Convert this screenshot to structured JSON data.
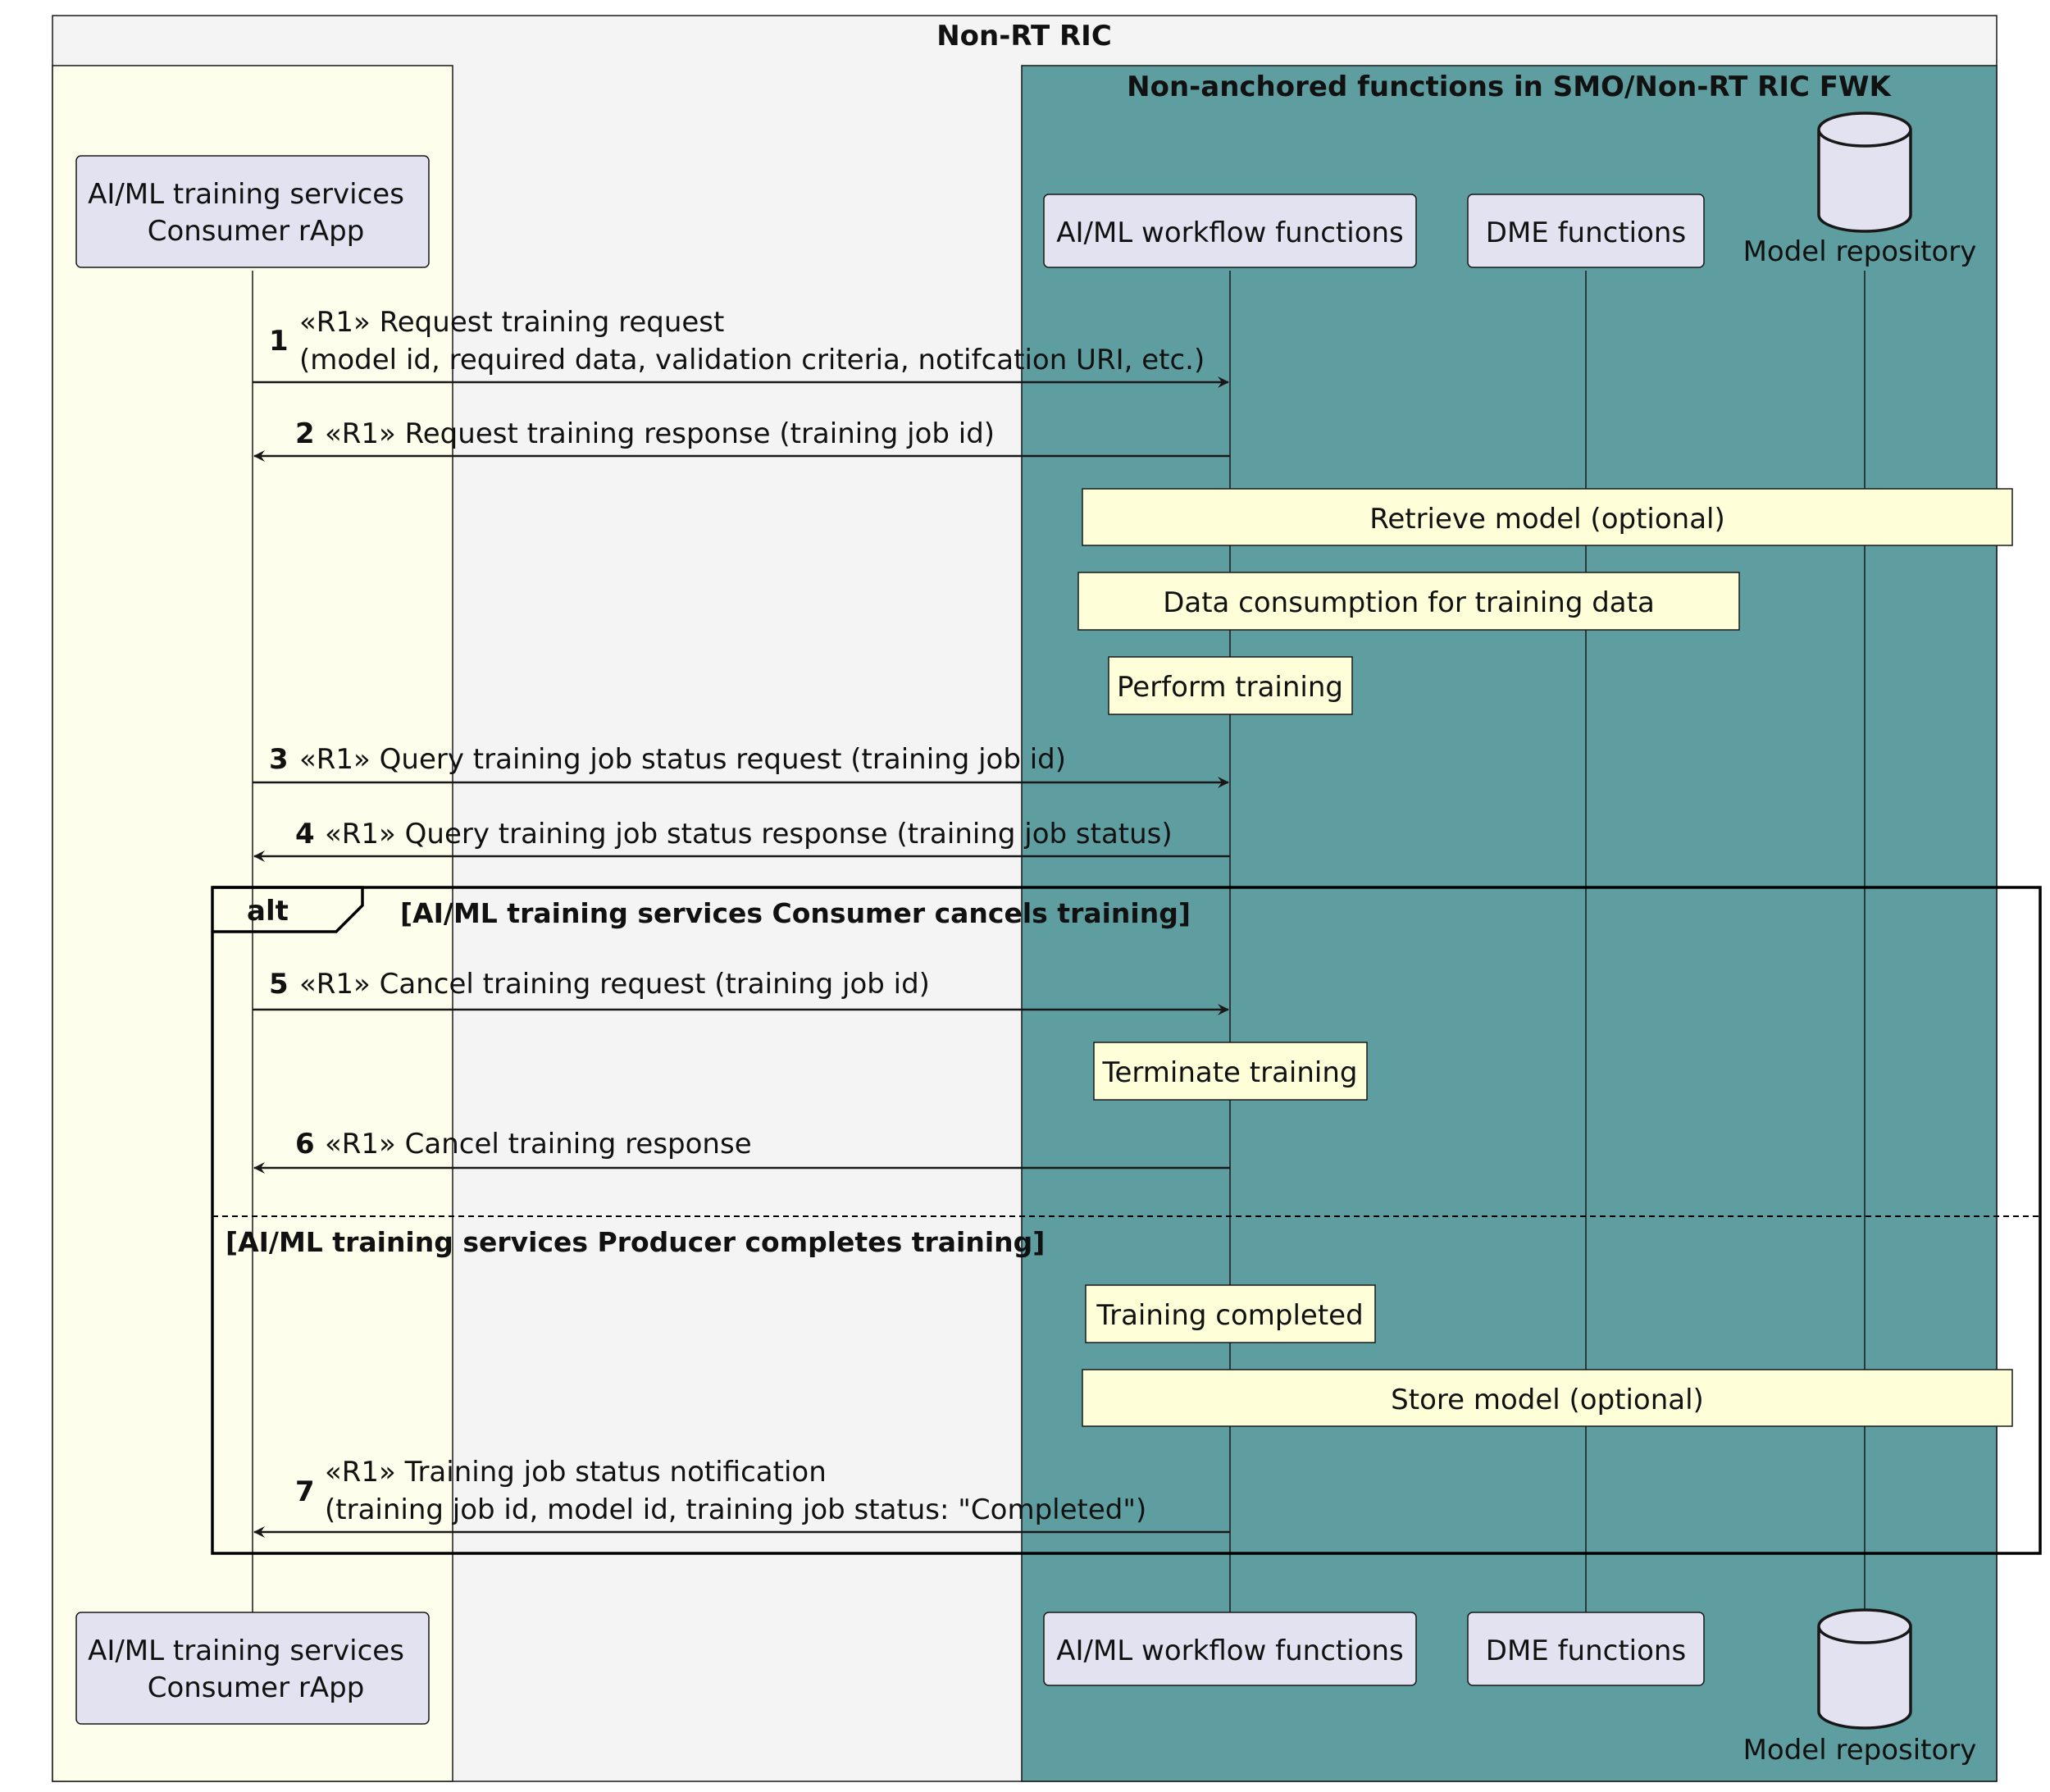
{
  "colors": {
    "box_outer": "#f4f4f4",
    "box_consumer": "#fefeec",
    "box_functions": "#5f9ea0",
    "participant_fill": "#e2e2f0",
    "note_fill": "#fefed8",
    "line": "#181818"
  },
  "boxes": {
    "outer_title": "Non-RT RIC",
    "functions_title": "Non-anchored functions in SMO/Non-RT RIC FWK"
  },
  "participants": {
    "consumer_line1": "AI/ML training services",
    "consumer_line2": "Consumer rApp",
    "workflow": "AI/ML workflow functions",
    "dme": "DME functions",
    "repository": "Model repository"
  },
  "messages": [
    {
      "num": "1",
      "line1": "«R1» Request training request",
      "line2": " (model id, required data, validation criteria, notifcation URI, etc.)"
    },
    {
      "num": "2",
      "line1": "«R1» Request training response (training job id)"
    },
    {
      "num": "3",
      "line1": "«R1» Query training job status request (training job id)"
    },
    {
      "num": "4",
      "line1": "«R1» Query training job status response (training job status)"
    },
    {
      "num": "5",
      "line1": "«R1» Cancel training request (training job id)"
    },
    {
      "num": "6",
      "line1": "«R1» Cancel training response"
    },
    {
      "num": "7",
      "line1": "«R1» Training job status notification",
      "line2": " (training job id, model id, training job status: \"Completed\")"
    }
  ],
  "notes": {
    "retrieve": "Retrieve model (optional)",
    "consume": "Data consumption for training data",
    "perform": "Perform training",
    "terminate": "Terminate training",
    "completed": "Training completed",
    "store": "Store model (optional)"
  },
  "fragment": {
    "label": "alt",
    "guard1": "[AI/ML training services Consumer cancels training]",
    "guard2": "[AI/ML training services Producer completes training]"
  }
}
